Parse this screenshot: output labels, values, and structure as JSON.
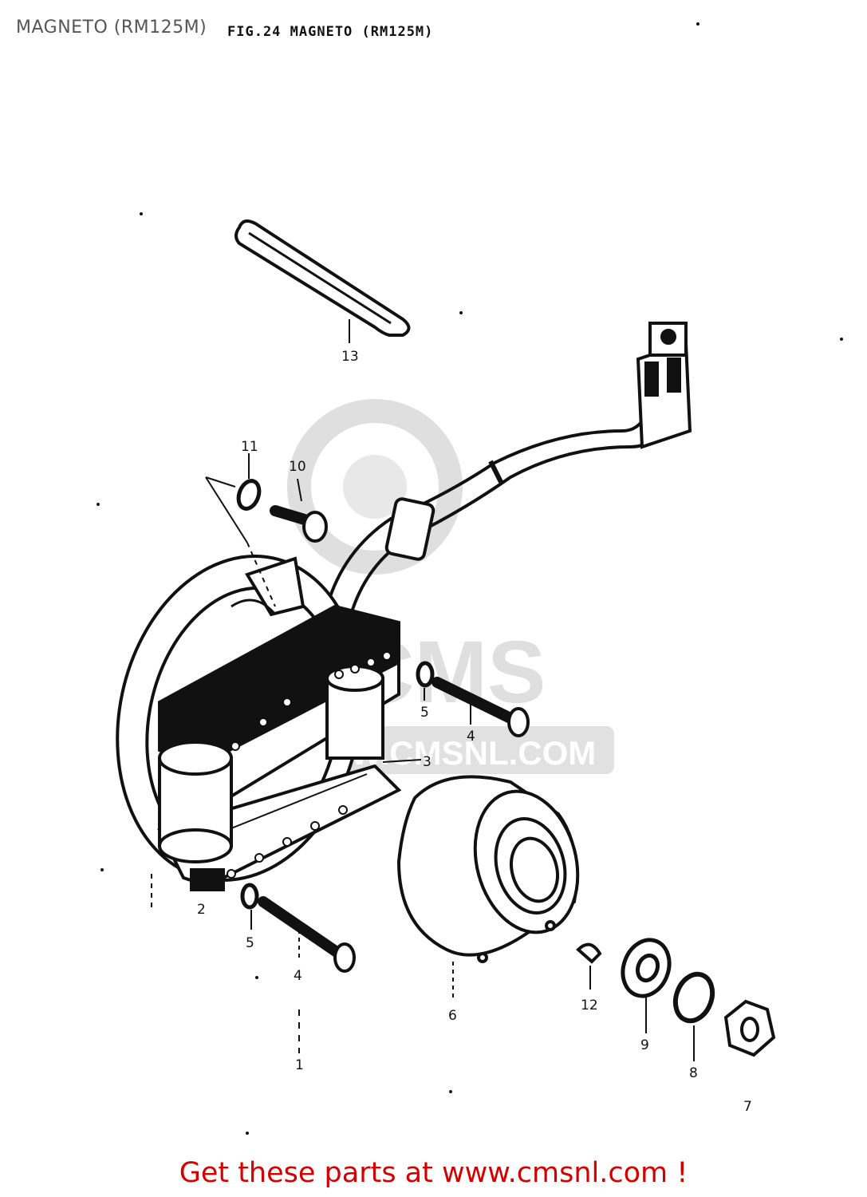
{
  "page": {
    "title": "MAGNETO (RM125M)",
    "figure_title": "FIG.24  MAGNETO (RM125M)"
  },
  "watermark": {
    "brand": "CMS",
    "url": "WWW.CMSNL.COM"
  },
  "callouts": [
    "1",
    "2",
    "3",
    "4",
    "4",
    "5",
    "5",
    "6",
    "7",
    "8",
    "9",
    "10",
    "11",
    "12",
    "13"
  ],
  "callout_labels": {
    "c1": "1",
    "c2": "2",
    "c3": "3",
    "c4a": "4",
    "c4b": "4",
    "c5a": "5",
    "c5b": "5",
    "c6": "6",
    "c7": "7",
    "c8": "8",
    "c9": "9",
    "c10": "10",
    "c11": "11",
    "c12": "12",
    "c13": "13"
  },
  "footer": {
    "text": "Get these parts at www.cmsnl.com !"
  }
}
